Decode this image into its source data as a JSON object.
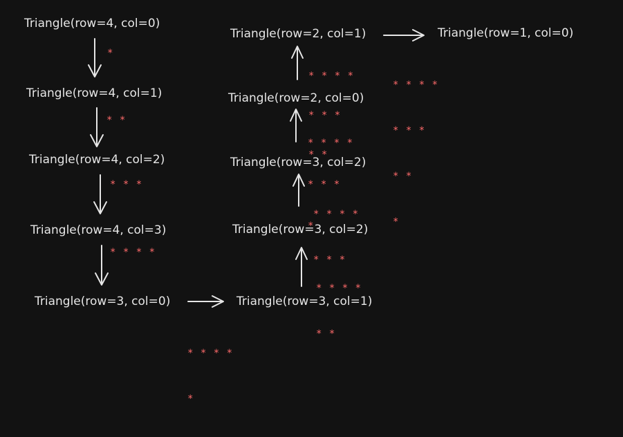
{
  "nodes": [
    "Triangle(row=4, col=0)",
    "Triangle(row=4, col=1)",
    "Triangle(row=4, col=2)",
    "Triangle(row=4, col=3)",
    "Triangle(row=3, col=0)",
    "Triangle(row=3, col=1)",
    "Triangle(row=3, col=2)",
    "Triangle(row=3, col=2)",
    "Triangle(row=2, col=0)",
    "Triangle(row=2, col=1)",
    "Triangle(row=1, col=0)"
  ],
  "star_outputs": {
    "s1": "*",
    "s2": "* *",
    "s3": "* * *",
    "s4": "* * * *",
    "s5": [
      "* * * *",
      "*"
    ],
    "s6": [
      "* * * *",
      "* *"
    ],
    "s7": [
      "* * * *",
      "* * *"
    ],
    "s8": [
      "* * * *",
      "* * *",
      "*"
    ],
    "s9": [
      "* * * *",
      "* * *",
      "* *"
    ],
    "s10": [
      "* * * *",
      "* * *",
      "* *",
      "*"
    ]
  },
  "colors": {
    "background": "#121212",
    "text": "#e6e6e6",
    "stars": "#ff6b6b"
  }
}
